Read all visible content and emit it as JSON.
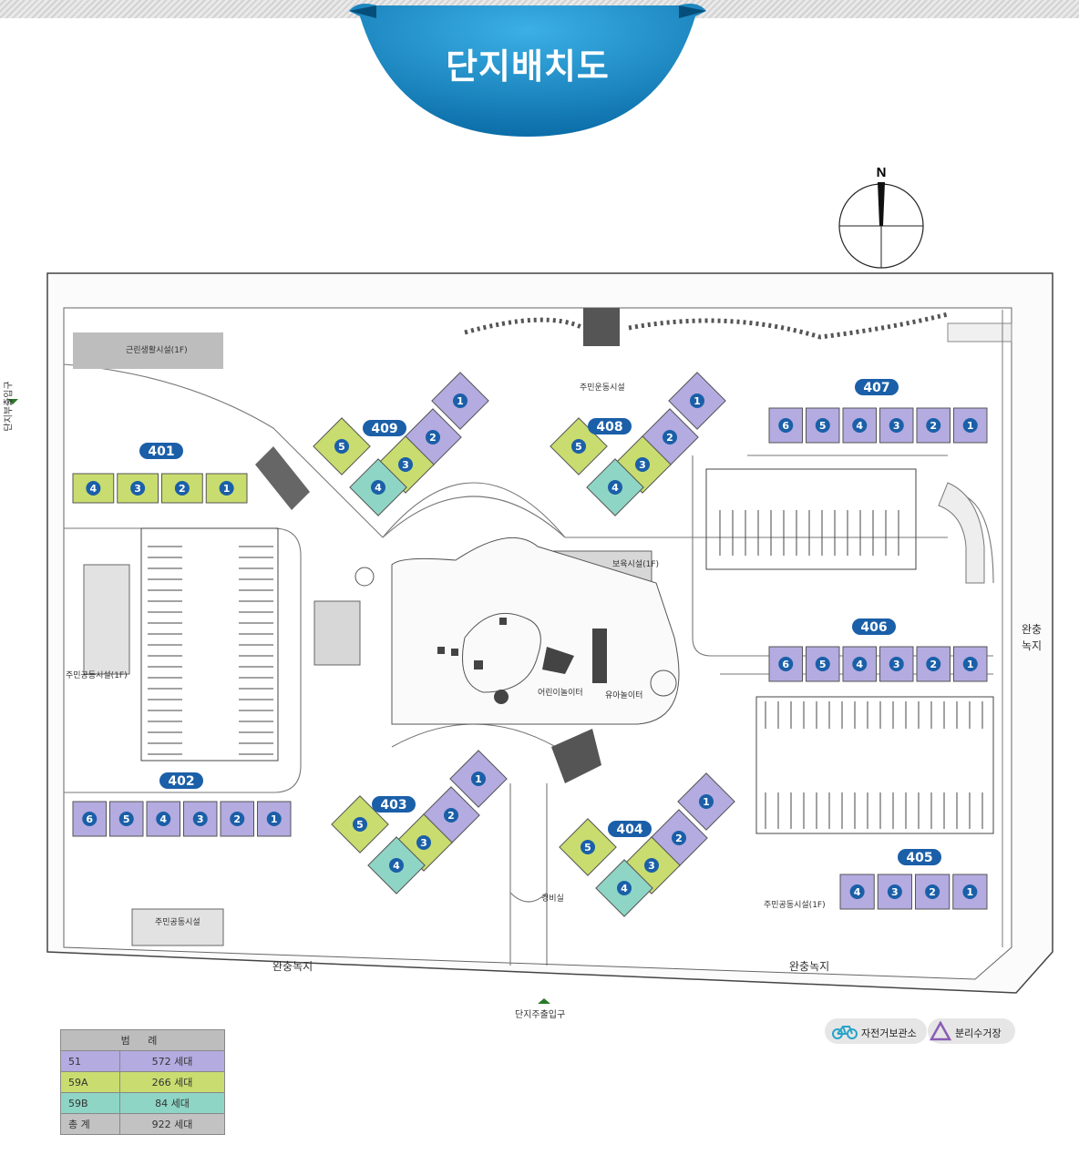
{
  "title": "단지배치도",
  "compass_label": "N",
  "entrances": {
    "side": "단지부출입구",
    "main": "단지주출입구"
  },
  "buffer_zone_labels": {
    "bottom_left": "완충녹지",
    "bottom_right": "완충녹지",
    "right": "완충\n녹지"
  },
  "buildings": [
    {
      "id": "401",
      "units": [
        "4",
        "3",
        "2",
        "1"
      ]
    },
    {
      "id": "402",
      "units": [
        "6",
        "5",
        "4",
        "3",
        "2",
        "1"
      ]
    },
    {
      "id": "403",
      "units": [
        "1",
        "2",
        "3",
        "4",
        "5"
      ]
    },
    {
      "id": "404",
      "units": [
        "1",
        "2",
        "3",
        "4",
        "5"
      ]
    },
    {
      "id": "405",
      "units": [
        "4",
        "3",
        "2",
        "1"
      ]
    },
    {
      "id": "406",
      "units": [
        "6",
        "5",
        "4",
        "3",
        "2",
        "1"
      ]
    },
    {
      "id": "407",
      "units": [
        "6",
        "5",
        "4",
        "3",
        "2",
        "1"
      ]
    },
    {
      "id": "408",
      "units": [
        "1",
        "2",
        "3",
        "4",
        "5"
      ]
    },
    {
      "id": "409",
      "units": [
        "1",
        "2",
        "3",
        "4",
        "5"
      ]
    }
  ],
  "facilities": [
    "근린생활시설(1F)",
    "주민공동시설(1F)",
    "주민공동시설",
    "주민공동시설(1F)",
    "주민운동시설",
    "보육시설(1F)",
    "경비실",
    "어린이놀이터",
    "유아놀이터"
  ],
  "legend": {
    "header": "범 례",
    "rows": [
      {
        "type": "51",
        "count": "572 세대",
        "color": "#b4abe0"
      },
      {
        "type": "59A",
        "count": "266 세대",
        "color": "#c9dc6f"
      },
      {
        "type": "59B",
        "count": "84 세대",
        "color": "#8ed5c5"
      },
      {
        "type": "총 계",
        "count": "922 세대",
        "color": "#c2c2c2"
      }
    ]
  },
  "map_key": [
    {
      "icon": "bicycle-icon",
      "label": "자전거보관소",
      "color": "#2aa3c8"
    },
    {
      "icon": "triangle-icon",
      "label": "분리수거장",
      "color": "#8a5cb5"
    }
  ]
}
